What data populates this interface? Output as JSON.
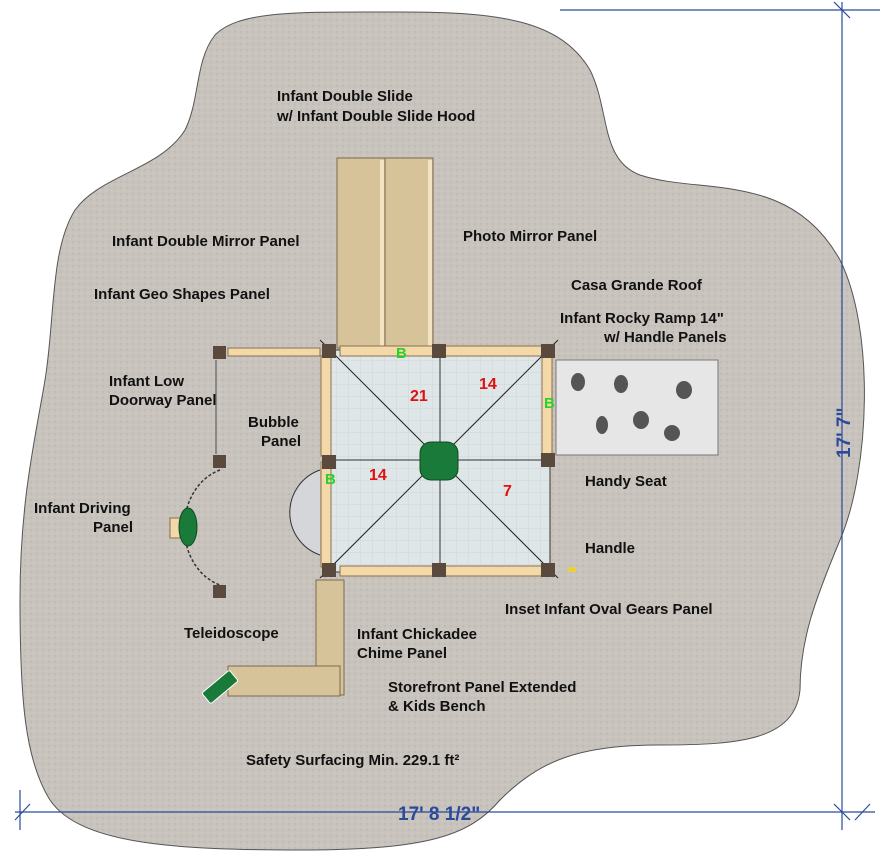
{
  "labels": {
    "slide_line1": "Infant Double Slide",
    "slide_line2": "w/ Infant Double Slide Hood",
    "double_mirror": "Infant Double Mirror Panel",
    "photo_mirror": "Photo Mirror Panel",
    "roof": "Casa Grande Roof",
    "geo_shapes": "Infant Geo Shapes Panel",
    "ramp_line1": "Infant Rocky Ramp 14\"",
    "ramp_line2": "w/ Handle Panels",
    "low_doorway_line1": "Infant Low",
    "low_doorway_line2": "Doorway Panel",
    "bubble_line1": "Bubble",
    "bubble_line2": "Panel",
    "handy_seat": "Handy Seat",
    "driving_line1": "Infant Driving",
    "driving_line2": "Panel",
    "handle": "Handle",
    "oval_gears": "Inset Infant Oval Gears Panel",
    "teleidoscope": "Teleidoscope",
    "chickadee_line1": "Infant Chickadee",
    "chickadee_line2": "Chime Panel",
    "storefront_line1": "Storefront Panel Extended",
    "storefront_line2": "& Kids Bench",
    "surfacing": "Safety Surfacing Min. 229.1 ft²"
  },
  "deck_heights": {
    "nw": "21",
    "ne": "14",
    "sw": "14",
    "se": "7"
  },
  "barrier_marks": {
    "north": "B",
    "east": "B",
    "west": "B"
  },
  "dimensions": {
    "width": "17' 8 1/2\"",
    "depth": "17' 7\""
  },
  "colors": {
    "surface": "#c9c3bd",
    "deck": "#dfe5e6",
    "panel": "#f3d9a8",
    "post": "#5a4a3e",
    "slide": "#d7c39a",
    "accent_green": "#1a7a3a",
    "dimension": "#2a4a9a",
    "height_red": "#e01010"
  }
}
